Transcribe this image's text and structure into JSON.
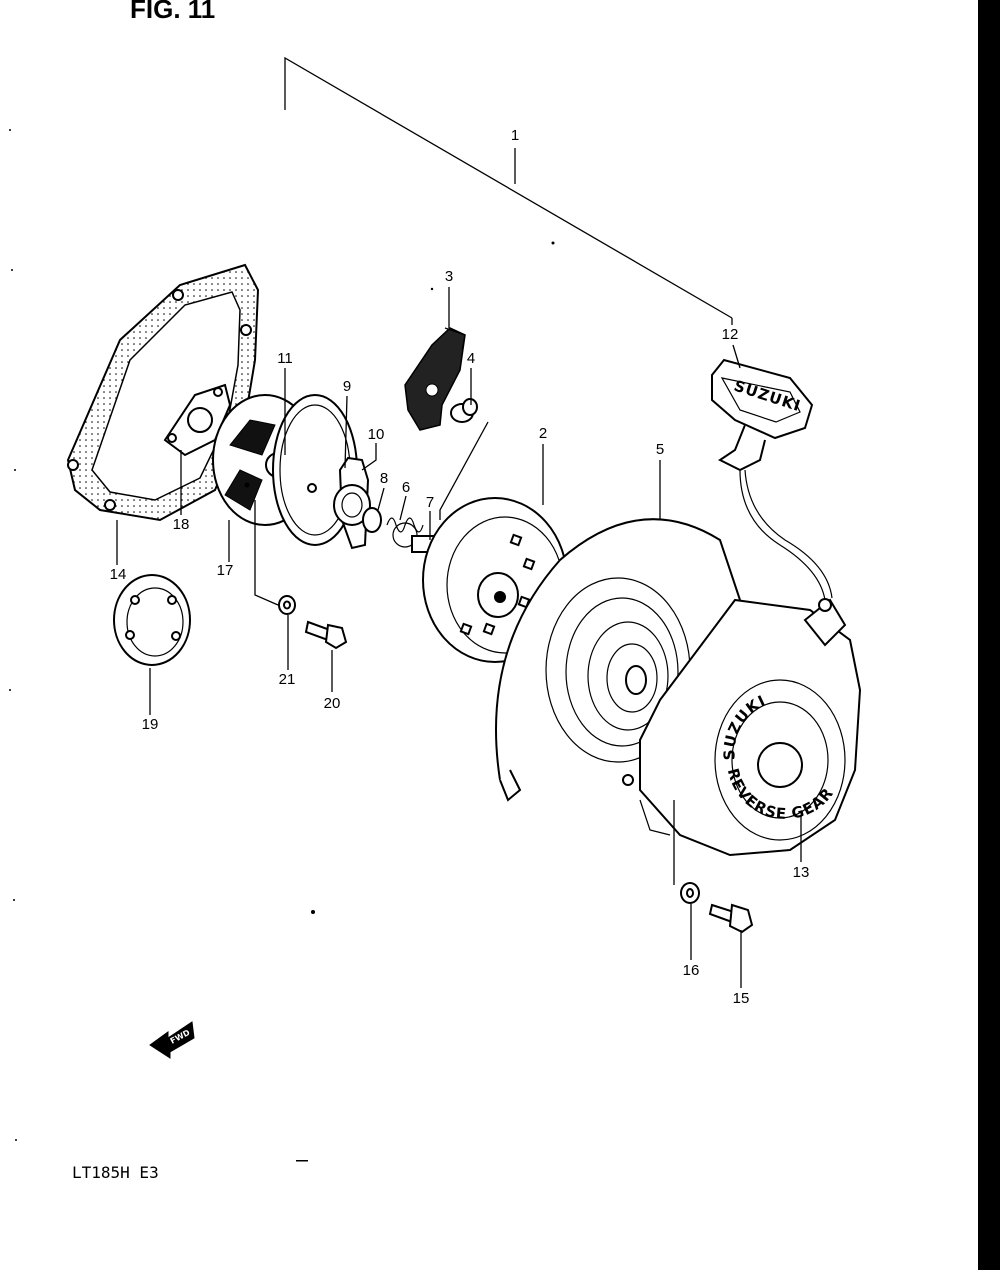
{
  "figure": {
    "title": "FIG. 11",
    "model_code": "LT185H E3"
  },
  "fwd_badge": "FWD",
  "brand": {
    "name": "SUZUKI",
    "cover_text": "REVERSE GEAR",
    "handle_text": "SUZUKI"
  },
  "callouts": [
    "1",
    "2",
    "3",
    "4",
    "5",
    "6",
    "7",
    "8",
    "9",
    "10",
    "11",
    "12",
    "13",
    "14",
    "15",
    "16",
    "17",
    "18",
    "19",
    "20",
    "21"
  ],
  "colors": {
    "ink": "#000000",
    "paper": "#ffffff"
  }
}
